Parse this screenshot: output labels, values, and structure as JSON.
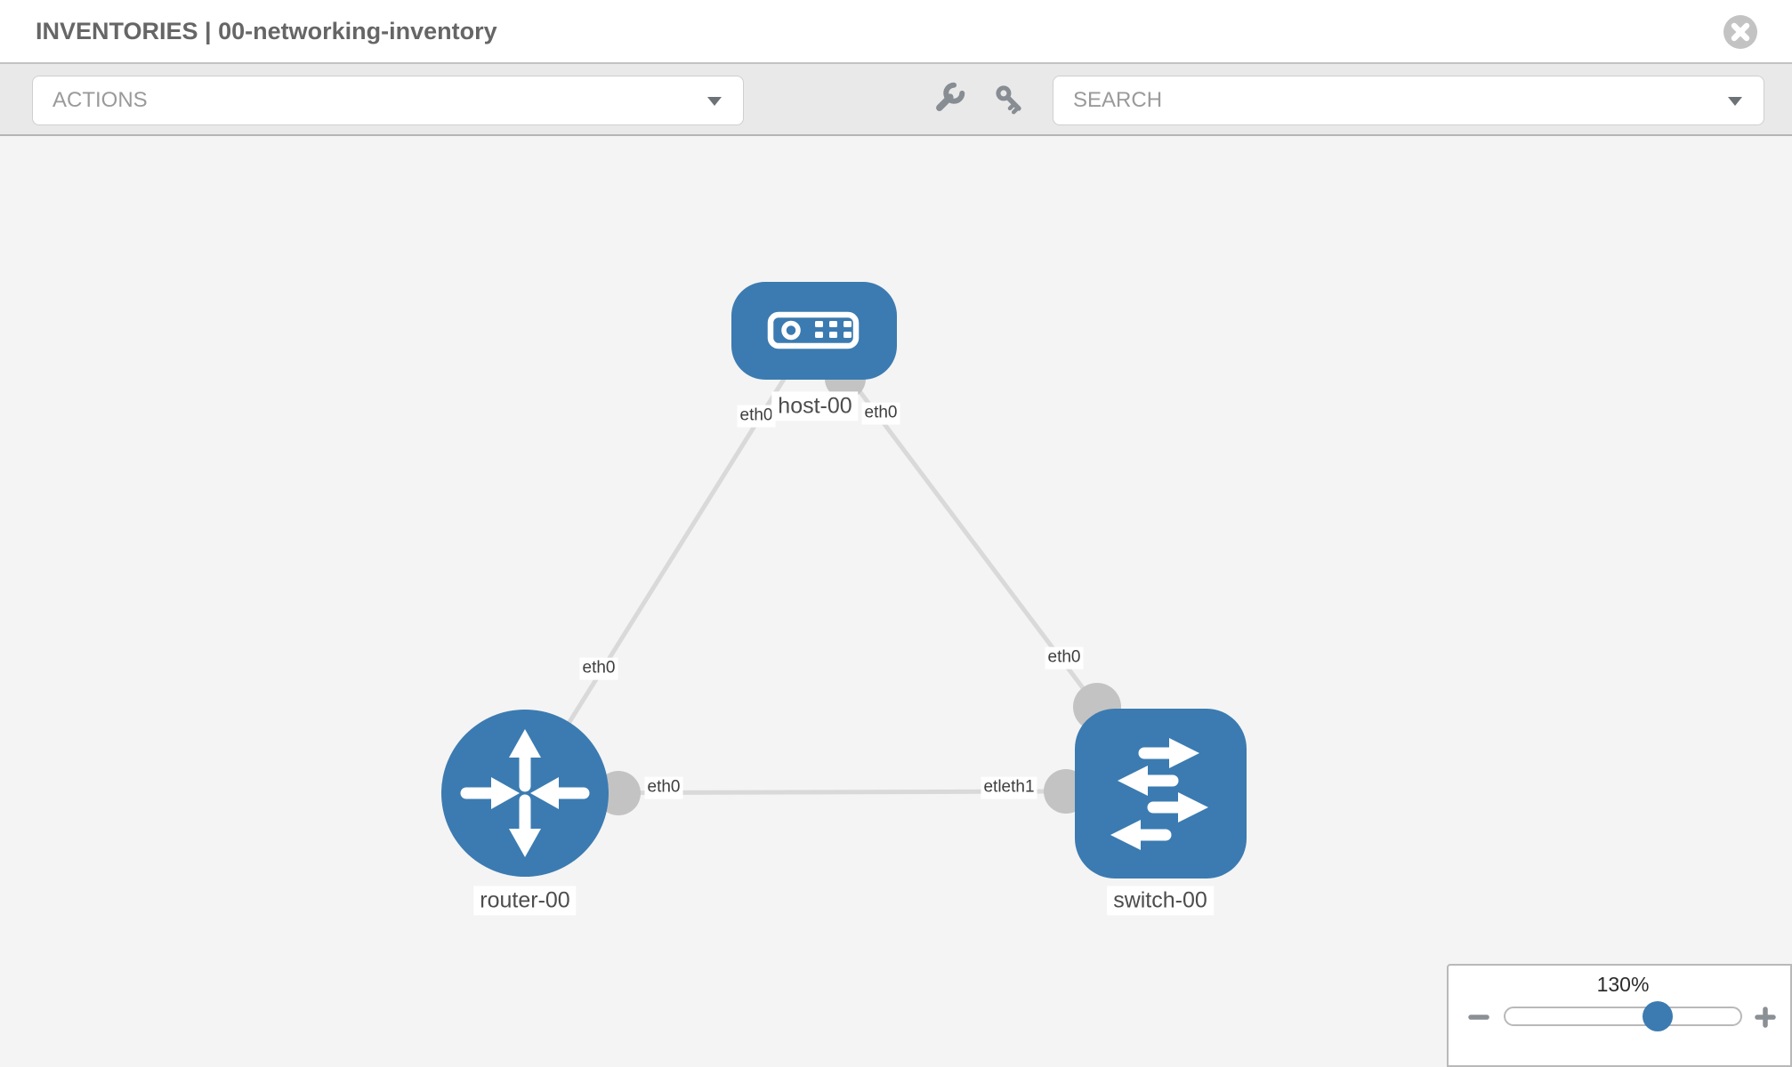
{
  "header": {
    "title": "INVENTORIES | 00-networking-inventory",
    "close_icon": "close-icon"
  },
  "toolbar": {
    "actions_label": "ACTIONS",
    "search_label": "SEARCH",
    "icons": [
      "wrench-icon",
      "key-icon"
    ]
  },
  "topology": {
    "nodes": [
      {
        "name": "host-00",
        "type": "host",
        "icon": "server-icon"
      },
      {
        "name": "router-00",
        "type": "router",
        "icon": "router-icon"
      },
      {
        "name": "switch-00",
        "type": "switch",
        "icon": "switch-icon"
      }
    ],
    "links": [
      {
        "source": "host-00",
        "source_interface": "eth0",
        "target": "router-00",
        "target_interface": "eth0"
      },
      {
        "source": "host-00",
        "source_interface": "eth0",
        "target": "switch-00",
        "target_interface": "eth0"
      },
      {
        "source": "router-00",
        "source_interface": "eth0",
        "target": "switch-00",
        "target_interface": "etleth1"
      }
    ]
  },
  "zoom_control": {
    "value": "130%",
    "percent": 130
  },
  "colors": {
    "node_blue": "#3b7bb1",
    "link_gray": "#d9d9d9",
    "interface_gray": "#c3c3c3",
    "canvas_bg": "#f4f4f4",
    "toolbar_bg": "#e9e9e9"
  }
}
